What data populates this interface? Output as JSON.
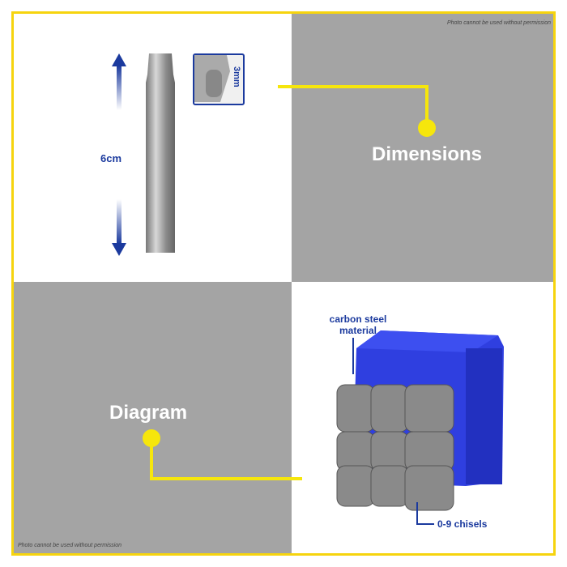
{
  "watermark": "Photo cannot be used without permission",
  "labels": {
    "dimensions": "Dimensions",
    "diagram": "Diagram",
    "length": "6cm",
    "char_size": "3mm"
  },
  "callouts": {
    "material": "carbon steel material",
    "chisels": "0-9 chisels"
  },
  "colors": {
    "border": "#f6d40e",
    "accent": "#f6e60c",
    "blue": "#1b3a9e",
    "case": "#2f3fe0",
    "gray": "#a4a4a4"
  }
}
